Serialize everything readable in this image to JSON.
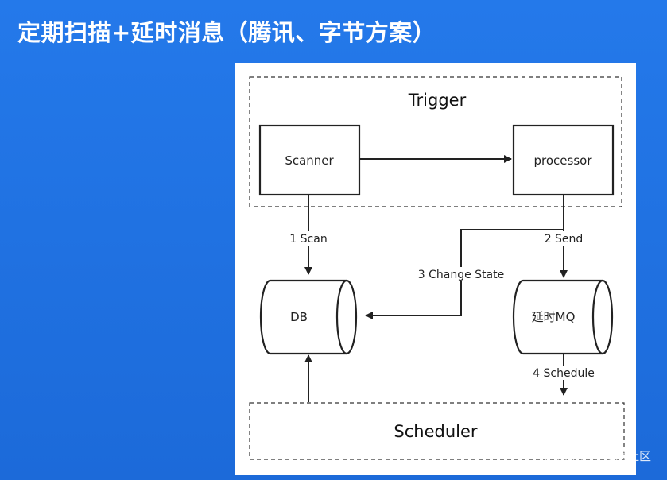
{
  "slide": {
    "title": "定期扫描+延时消息（腾讯、字节方案）",
    "watermark": "@稀土掘金技术社区"
  },
  "diagram": {
    "groups": {
      "trigger": "Trigger",
      "scheduler": "Scheduler"
    },
    "nodes": {
      "scanner": "Scanner",
      "processor": "processor",
      "db": "DB",
      "mq": "延时MQ"
    },
    "edges": {
      "scan": "1 Scan",
      "send": "2 Send",
      "change_state": "3 Change State",
      "schedule": "4 Schedule"
    }
  },
  "colors": {
    "background": "#1f6fe0",
    "panel": "#ffffff",
    "stroke": "#222222"
  }
}
